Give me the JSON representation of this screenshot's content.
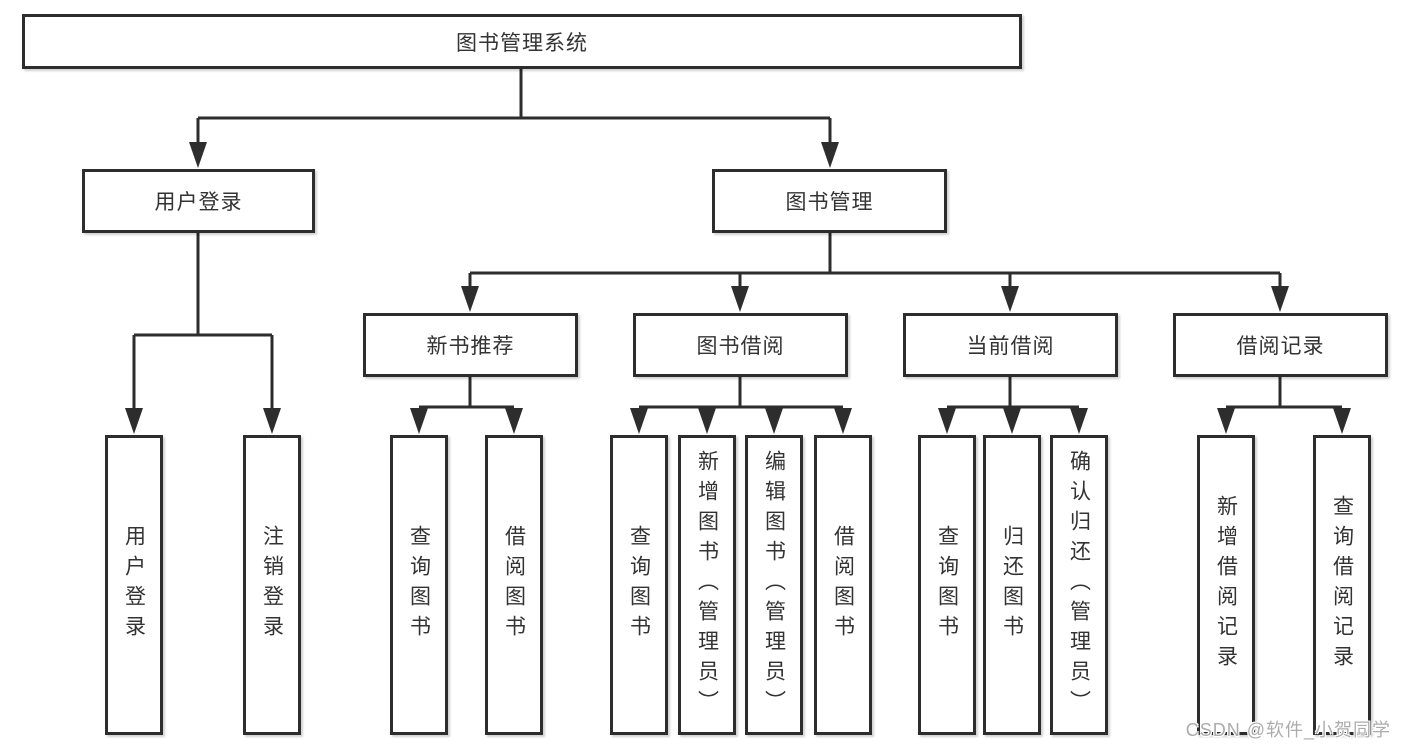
{
  "diagram": {
    "root": {
      "label": "图书管理系统"
    },
    "branch_left": {
      "label": "用户登录",
      "children": [
        {
          "label": "用户登录"
        },
        {
          "label": "注销登录"
        }
      ]
    },
    "branch_right": {
      "label": "图书管理",
      "sections": [
        {
          "label": "新书推荐",
          "children": [
            {
              "label": "查询图书"
            },
            {
              "label": "借阅图书"
            }
          ]
        },
        {
          "label": "图书借阅",
          "children": [
            {
              "label": "查询图书"
            },
            {
              "label": "新增图书（管理员）"
            },
            {
              "label": "编辑图书（管理员）"
            },
            {
              "label": "借阅图书"
            }
          ]
        },
        {
          "label": "当前借阅",
          "children": [
            {
              "label": "查询图书"
            },
            {
              "label": "归还图书"
            },
            {
              "label": "确认归还（管理员）"
            }
          ]
        },
        {
          "label": "借阅记录",
          "children": [
            {
              "label": "新增借阅记录"
            },
            {
              "label": "查询借阅记录"
            }
          ]
        }
      ]
    }
  },
  "watermark": "CSDN @软件_小贺同学",
  "colors": {
    "line": "#2d2d2d",
    "box_border": "#2d2d2d",
    "text": "#333333",
    "background": "#ffffff",
    "watermark": "#acacac"
  }
}
